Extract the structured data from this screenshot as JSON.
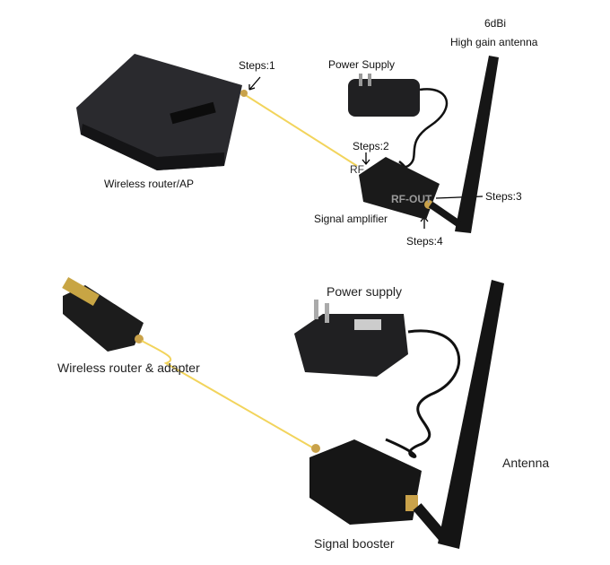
{
  "top_diagram": {
    "antenna_gain": "6dBi",
    "antenna_label": "High gain antenna",
    "power_supply_label": "Power Supply",
    "router_label": "Wireless router/AP",
    "amplifier_label": "Signal amplifier",
    "rf_in_label": "RF",
    "rf_out_label": "RF-OUT",
    "steps": [
      "Steps:1",
      "Steps:2",
      "Steps:3",
      "Steps:4"
    ]
  },
  "bottom_diagram": {
    "power_supply_label": "Power supply",
    "adapter_label": "Wireless router & adapter",
    "antenna_label": "Antenna",
    "booster_label": "Signal booster"
  },
  "colors": {
    "cable": "#f2d45c",
    "device": "#1e1e1e",
    "connector": "#c9a24a"
  }
}
